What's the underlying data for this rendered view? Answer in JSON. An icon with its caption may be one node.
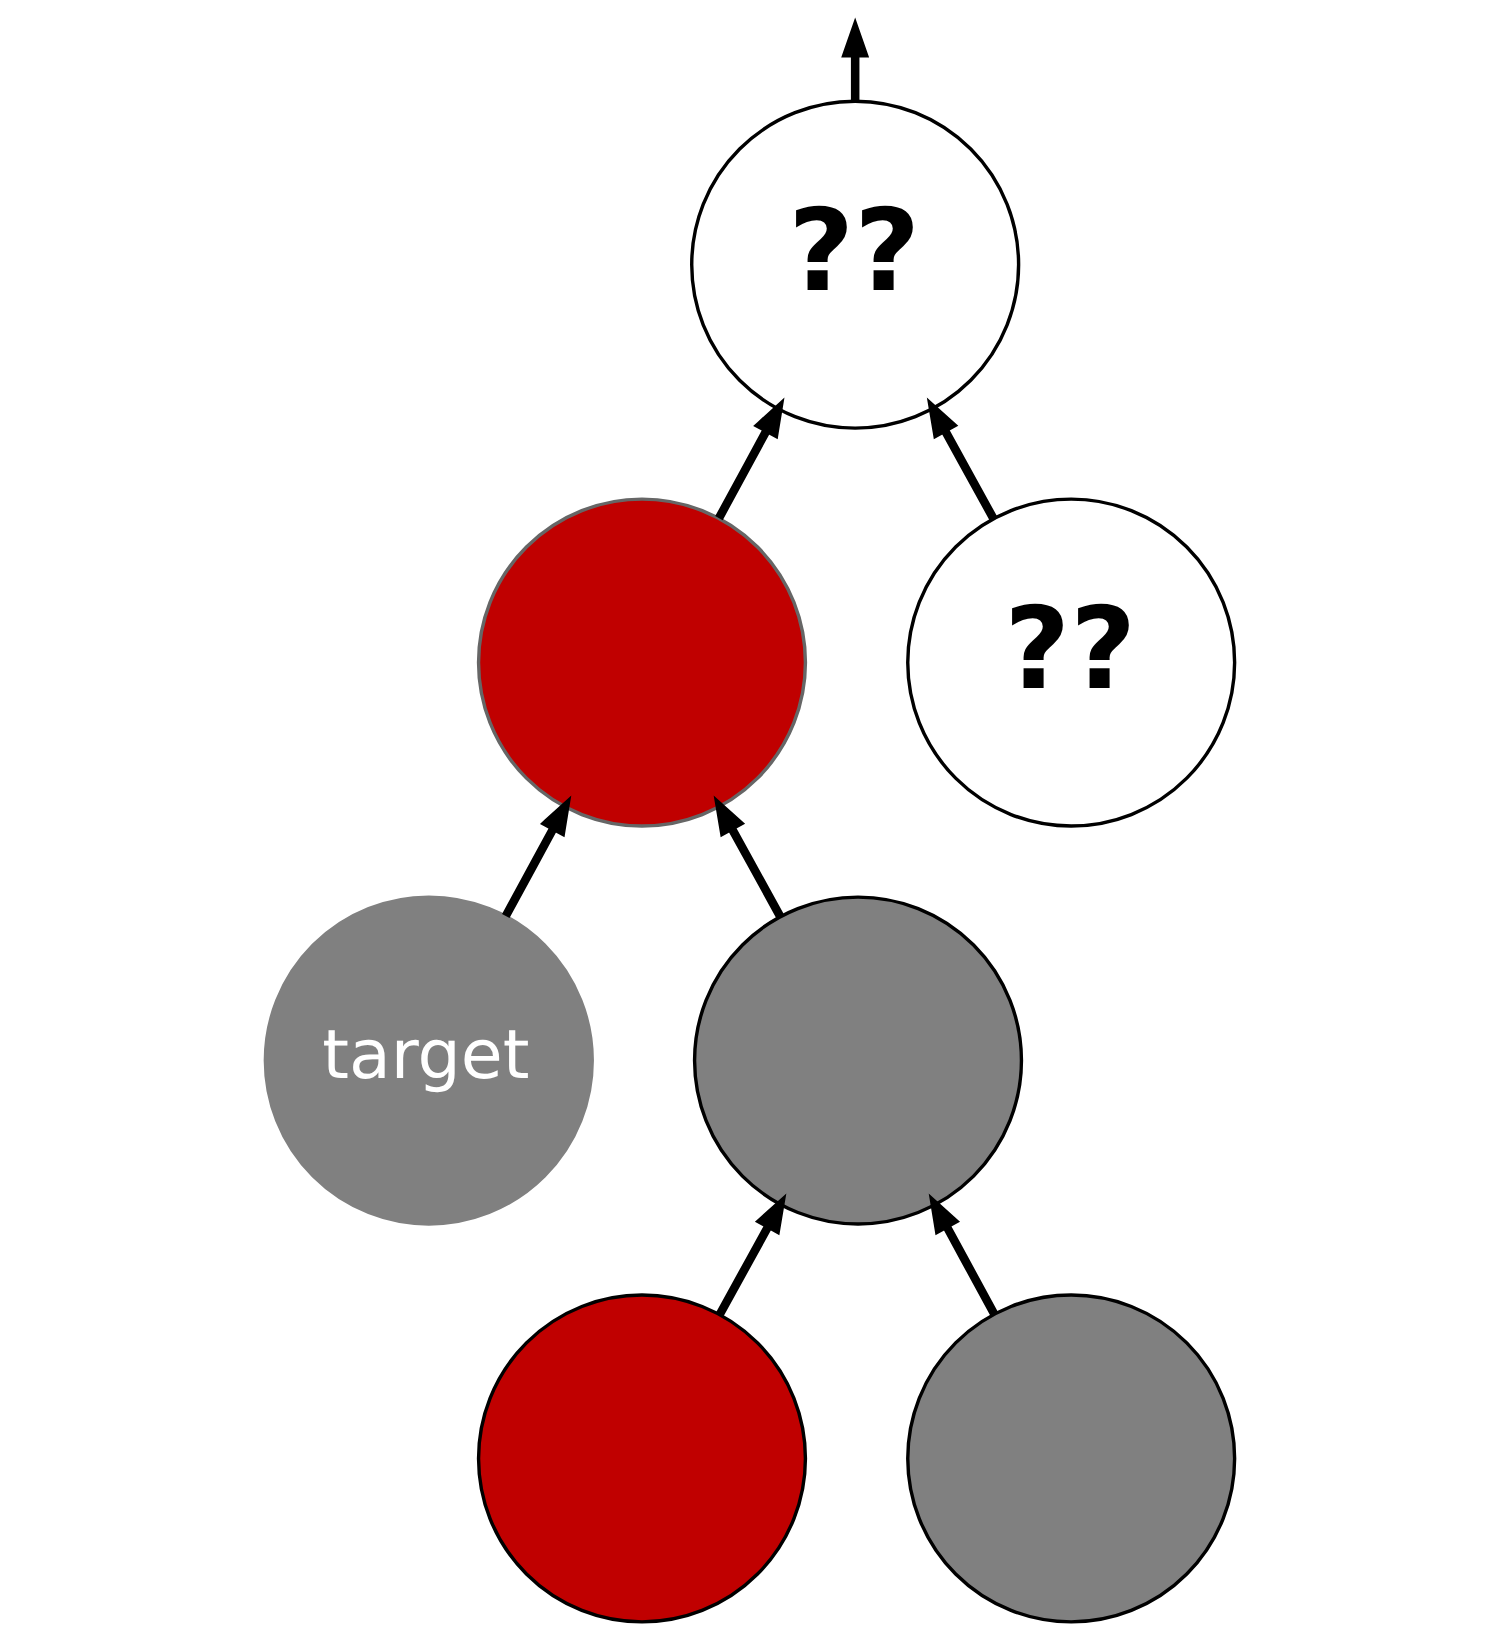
{
  "diagram": {
    "nodes": [
      {
        "text": [
          "??"
        ]
      },
      {
        "text": [],
        "shape": "circle"
      },
      {
        "text": [
          "??"
        ]
      },
      {
        "text": [
          "target"
        ]
      },
      {
        "text": [],
        "shape": "circle"
      },
      {
        "text": [],
        "shape": "circle"
      },
      {
        "text": [],
        "shape": "circle"
      }
    ],
    "edges": [
      {
        "from": 0,
        "to": null,
        "arrow": "to"
      },
      {
        "from": 1,
        "to": 0,
        "arrow": "to"
      },
      {
        "from": 2,
        "to": 0,
        "arrow": "to"
      },
      {
        "from": 3,
        "to": 1,
        "arrow": "to"
      },
      {
        "from": 4,
        "to": 1,
        "arrow": "to"
      },
      {
        "from": 5,
        "to": 4,
        "arrow": "to"
      },
      {
        "from": 6,
        "to": 4,
        "arrow": "to"
      }
    ]
  }
}
